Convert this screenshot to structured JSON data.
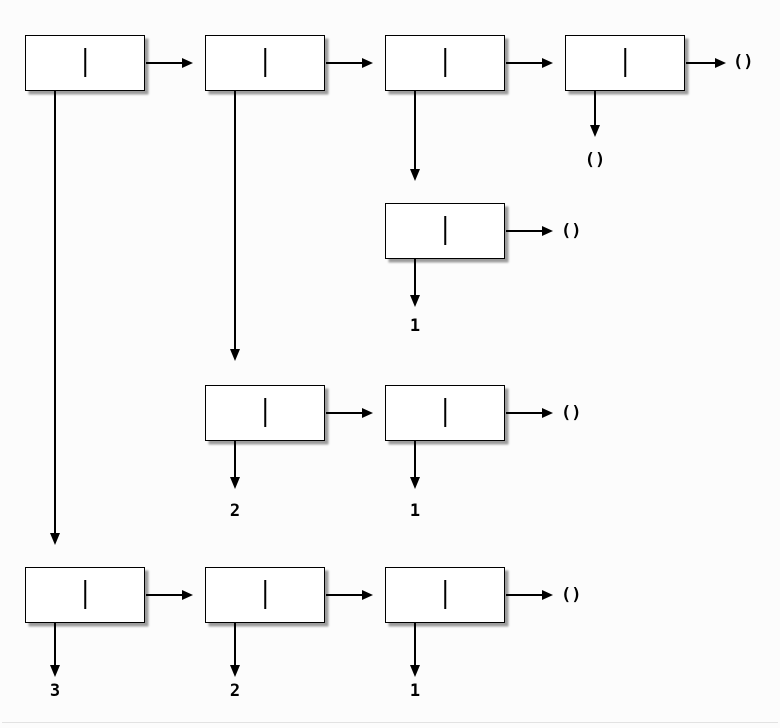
{
  "diagram": {
    "empty_list_label": "()",
    "values": {
      "one": "1",
      "two": "2",
      "three": "3"
    }
  }
}
